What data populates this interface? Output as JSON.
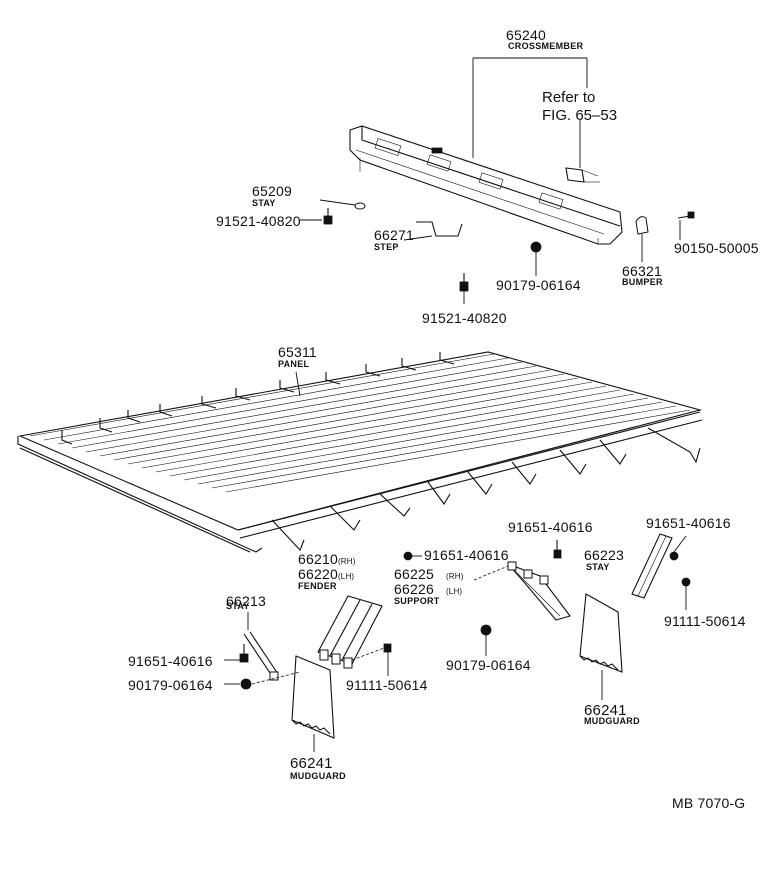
{
  "parts": {
    "crossmember": {
      "number": "65240",
      "name": "CROSSMEMBER"
    },
    "refer": {
      "line1": "Refer to",
      "line2": "FIG. 65–53"
    },
    "stay_top": {
      "number": "65209",
      "name": "STAY"
    },
    "bolt_top": {
      "number": "91521-40820"
    },
    "step": {
      "number": "66271",
      "name": "STEP"
    },
    "nut_top": {
      "number": "90179-06164"
    },
    "bolt_step": {
      "number": "91521-40820"
    },
    "bumper": {
      "number": "66321",
      "name": "BUMPER"
    },
    "screw_bumper": {
      "number": "90150-50005"
    },
    "panel": {
      "number": "65311",
      "name": "PANEL"
    },
    "fender": {
      "number_rh": "66210",
      "suffix_rh": "(RH)",
      "number_lh": "66220",
      "suffix_lh": "(LH)",
      "name": "FENDER"
    },
    "bolt_fender": {
      "number": "91651-40616"
    },
    "support": {
      "number_rh": "66225",
      "suffix_rh": "(RH)",
      "number_lh": "66226",
      "suffix_lh": "(LH)",
      "name": "SUPPORT"
    },
    "bolt_support": {
      "number": "91651-40616"
    },
    "stay_right": {
      "number": "66223",
      "name": "STAY"
    },
    "bolt_stay_right": {
      "number": "91651-40616"
    },
    "screw_stay_right": {
      "number": "91111-50614"
    },
    "stay_left": {
      "number": "66213",
      "name": "STAY"
    },
    "bolt_left": {
      "number": "91651-40616"
    },
    "nut_left": {
      "number": "90179-06164"
    },
    "screw_mid": {
      "number": "91111-50614"
    },
    "nut_mid": {
      "number": "90179-06164"
    },
    "mudguard_left": {
      "number": "66241",
      "name": "MUDGUARD"
    },
    "mudguard_right": {
      "number": "66241",
      "name": "MUDGUARD"
    }
  },
  "figure_code": "MB 7070-G"
}
